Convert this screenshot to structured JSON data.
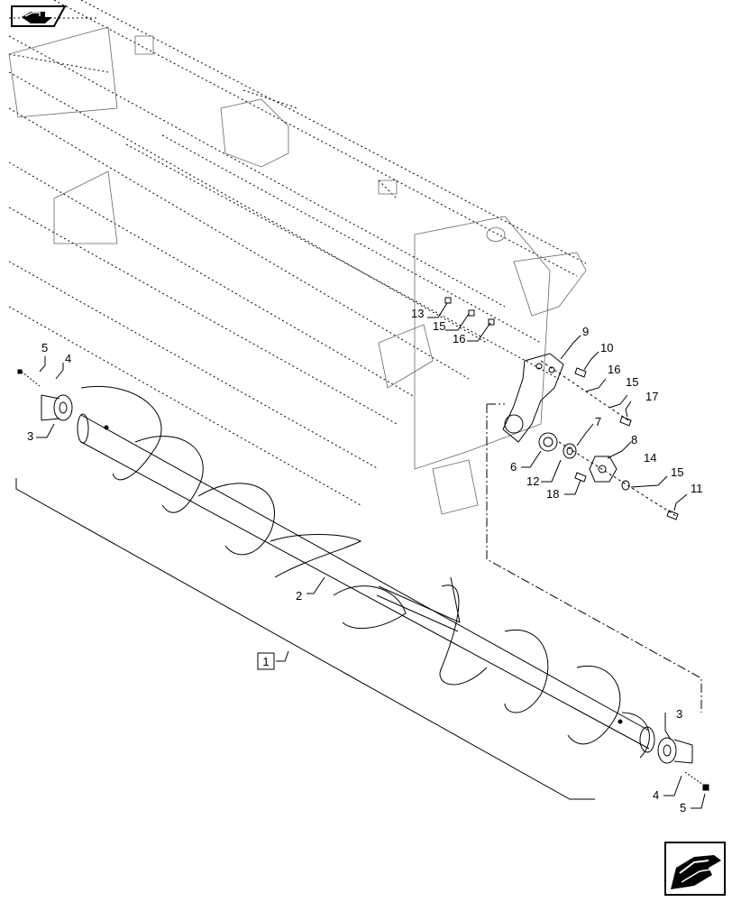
{
  "navigation": {
    "back_icon": "previous-page-arrow-icon",
    "next_icon": "next-page-arrow-icon"
  },
  "colors": {
    "line": "#000000",
    "background": "#ffffff"
  },
  "callouts": {
    "c1": "1",
    "c2": "2",
    "c3a": "3",
    "c3b": "3",
    "c4a": "4",
    "c4b": "4",
    "c5a": "5",
    "c5b": "5",
    "c6": "6",
    "c7": "7",
    "c8": "8",
    "c9": "9",
    "c10": "10",
    "c11": "11",
    "c12": "12",
    "c13": "13",
    "c14": "14",
    "c15a": "15",
    "c15b": "15",
    "c15c": "15",
    "c16a": "16",
    "c16b": "16",
    "c17": "17",
    "c18": "18"
  }
}
